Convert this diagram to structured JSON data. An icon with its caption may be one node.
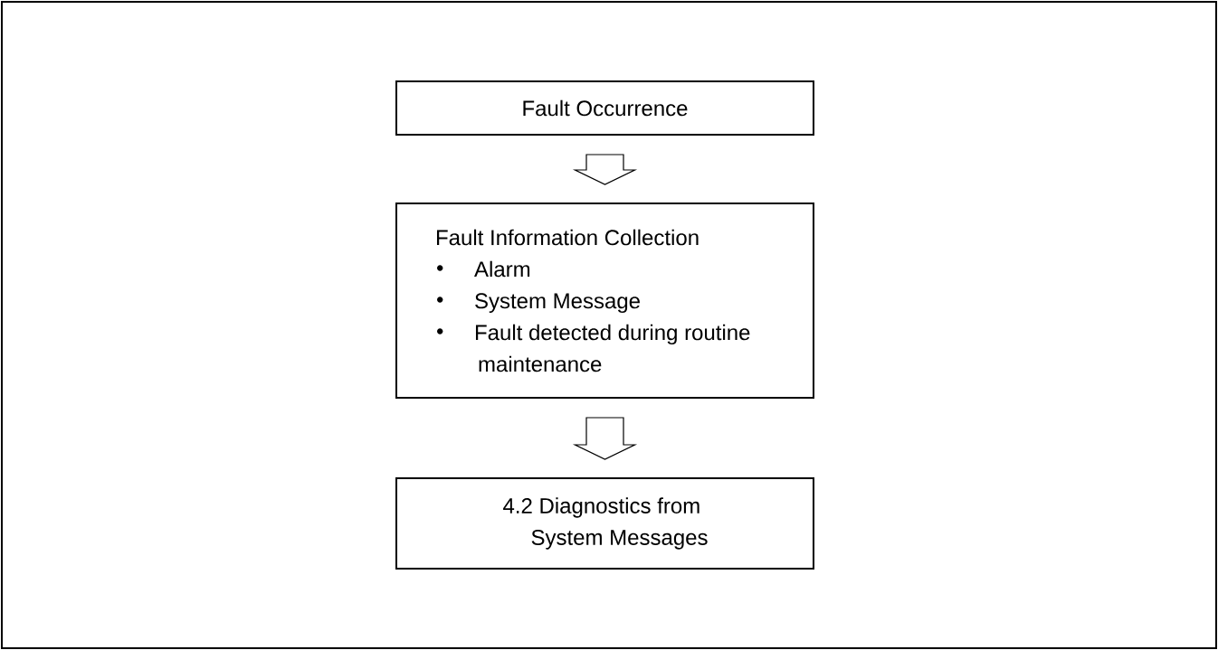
{
  "diagram": {
    "nodes": [
      {
        "text": [
          "Fault Occurrence"
        ]
      },
      {
        "text": [
          "Fault Information Collection",
          "Alarm",
          "System Message",
          "Fault detected during routine maintenance"
        ]
      },
      {
        "text": [
          "4.2 Diagnostics from System Messages"
        ]
      }
    ],
    "edges": [
      {
        "from": 0,
        "to": 1,
        "arrow": "to"
      },
      {
        "from": 1,
        "to": 2,
        "arrow": "to"
      }
    ]
  }
}
